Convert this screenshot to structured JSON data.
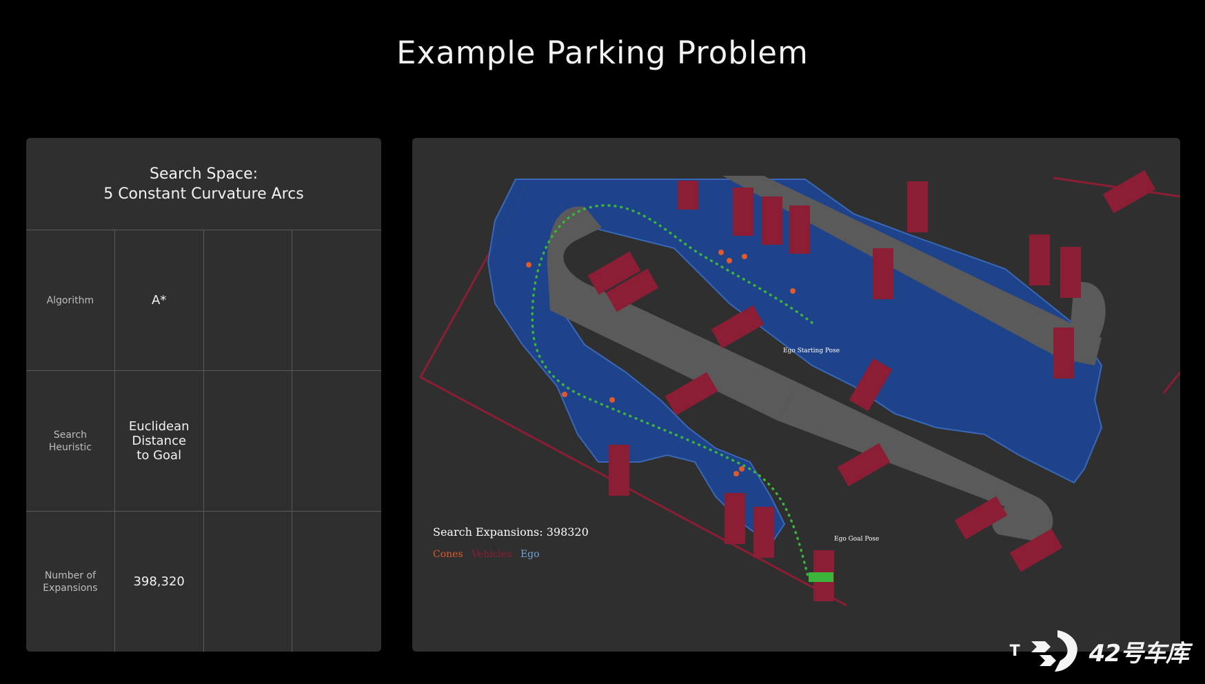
{
  "title": "Example Parking Problem",
  "left_panel": {
    "header_line1": "Search Space:",
    "header_line2": "5 Constant Curvature Arcs",
    "rows": [
      {
        "label": "Algorithm",
        "value": "A*"
      },
      {
        "label": "Search Heuristic",
        "value": "Euclidean Distance to Goal"
      },
      {
        "label": "Number of Expansions",
        "value": "398,320"
      }
    ]
  },
  "viz": {
    "expansions_text": "Search Expansions: 398320",
    "legend_cones": "Cones",
    "legend_vehicles": "Vehicles",
    "legend_ego": "Ego",
    "start_label": "Ego Starting Pose",
    "goal_label": "Ego Goal Pose",
    "colors": {
      "background": "#2f2f2f",
      "lot": "#5a5a5a",
      "expansions": "#1f4590",
      "vehicles": "#8b1e34",
      "cones": "#e05a2b",
      "path": "#3ab53a",
      "ego_label": "#6fa8dc"
    }
  },
  "watermark": {
    "t_glyph": "T",
    "text": "42号车库",
    "icon": "tesla-arrow-logo-icon"
  }
}
